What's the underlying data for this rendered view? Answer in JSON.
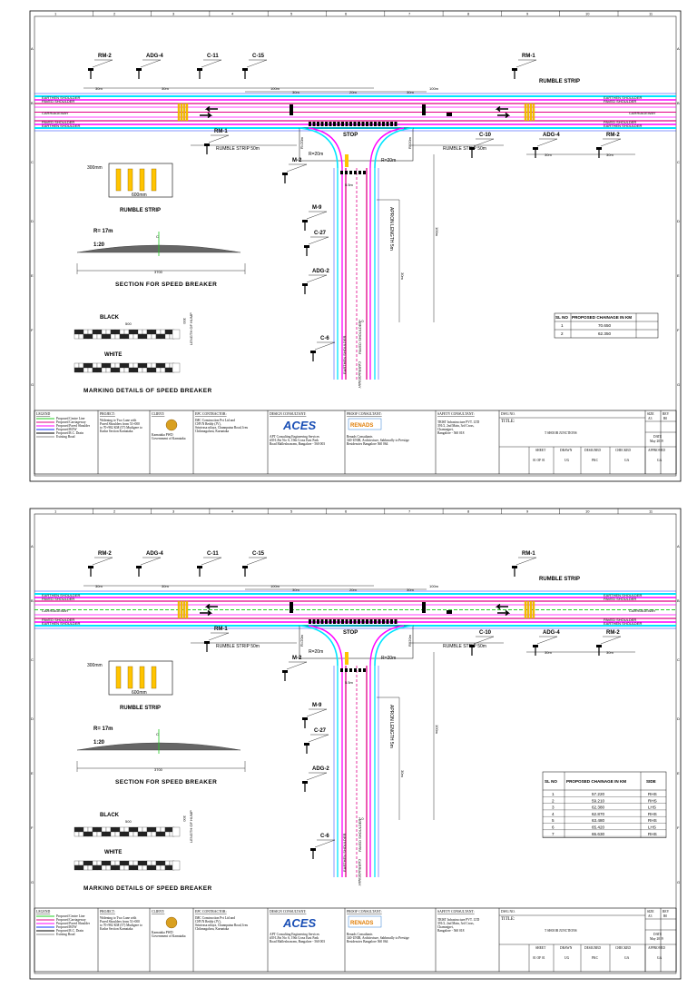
{
  "sheets": [
    {
      "title_block": {
        "legend_title": "LEGEND",
        "legend_items": [
          "Proposed Centre Line",
          "Proposed Carriageway",
          "Proposed Paved Shoulder",
          "Proposed ROW",
          "Proposed R.C. Drain",
          "Existing Road"
        ],
        "project_head": "PROJECT:",
        "project_text": [
          "Widening to Two Lane with",
          "Paved Shoulders from 51+000",
          "to 70+982 KM (57) Mudigere to",
          "Kadur Section Karnataka"
        ],
        "client_head": "CLIENT:",
        "client_text": [
          "Karnataka PWD",
          "Government of Karnataka"
        ],
        "epc_head": "EPC CONTRACTOR:",
        "epc_text": [
          "IMC Construction Pvt Ltd and",
          "CHVN Reddy (JV),",
          "Srinivasa nilaya, Channpatna Road, Ireu",
          "Chikmagaluru, Karnataka"
        ],
        "design_head": "DESIGN CONSULTANT:",
        "design_logo": "ACES",
        "design_text": [
          "APT Consulting Engineering Services",
          "#39 LPat No: 6, 19th Cross East Park",
          "Road Malleshwaram, Bangalore - 560 003"
        ],
        "proof_head": "PROOF CONSULTANT:",
        "proof_logo": "RENADS",
        "proof_text": [
          "Renads Consultants",
          "340-UNIR, Architecture, Sabbavally to Prestige",
          "Residencies Bangalore 560 064"
        ],
        "safety_head": "SAFETY CONSULTANT:",
        "safety_text": [
          "TRIST Infrastructure PVT. LTD",
          "391/2, 2nd Main, 3rd Cross,",
          "Chamrajpet,",
          "Bangalore - 560 018"
        ],
        "dwg_no_head": "DWG NO.",
        "title_head": "TITLE:",
        "title_text": "T SHOOR JUNCTIONS",
        "size_head": "SIZE",
        "size_val": "A3",
        "rev_head": "REV",
        "rev_val": "R0",
        "date_head": "DATE",
        "date_val": "May 2019",
        "sheet_head": "SHEET",
        "sheet_val": "01 OF 01",
        "drawn_head": "DRAWN",
        "drawn_val": "UG",
        "designed_head": "DESIGNED",
        "designed_val": "PKC",
        "checked_head": "CHECKED",
        "checked_val": "GA",
        "approved_head": "APPROVED",
        "approved_val": "GA"
      }
    }
  ],
  "drawing_labels": {
    "rm2": "RM-2",
    "adg4": "ADG-4",
    "c11": "C-11",
    "c15": "C-15",
    "rm1": "RM-1",
    "rumble_strip": "RUMBLE STRIP",
    "rumble_strip_50m": "RUMBLE STRIP 50m",
    "earthen_shoulder": "EARTHEN SHOULDER",
    "paved_shoulder": "PAVED SHOULDER",
    "carriageway": "CARRIAGEWAY",
    "m2": "M-2",
    "m9": "M-9",
    "c27": "C-27",
    "adg2": "ADG-2",
    "c6": "C-6",
    "c10": "C-10",
    "stop": "STOP",
    "r20": "R=20m",
    "apron_length": "APRON LENGTH 5m",
    "d30m": "30m",
    "d100m": "100m",
    "d20m": "20m",
    "d7": "7.0",
    "d55": "5.5m",
    "d300mm": "300mm",
    "d600mm": "600mm",
    "r17": "R= 17m",
    "slope": "1:20",
    "d3700": "3700",
    "section_title": "SECTION FOR SPEED BREAKER",
    "black": "BLACK",
    "white": "WHITE",
    "d500": "500",
    "d300": "300",
    "length_of_hump": "LENGTH OF HUMP",
    "marking_title": "MARKING DETAILS OF SPEED BREAKER",
    "chainage_header": [
      "SL NO",
      "PROPOSED CHAINAGE IN KM"
    ],
    "chainage_rows_1": [
      [
        "1",
        "70.650"
      ],
      [
        "2",
        "62.350"
      ]
    ],
    "chainage_header_2": [
      "SL NO",
      "PROPOSED CHAINAGE IN KM",
      "SIDE"
    ],
    "chainage_rows_2": [
      [
        "1",
        "57.220",
        "RHS"
      ],
      [
        "2",
        "59.210",
        "RHS"
      ],
      [
        "3",
        "62.380",
        "LHS"
      ],
      [
        "4",
        "62.870",
        "RHS"
      ],
      [
        "5",
        "63.480",
        "RHS"
      ],
      [
        "6",
        "65.420",
        "LHS"
      ],
      [
        "7",
        "65.630",
        "RHS"
      ]
    ],
    "grid_numbers": [
      "1",
      "2",
      "3",
      "4",
      "5",
      "6",
      "7",
      "8",
      "9",
      "10",
      "11"
    ],
    "grid_letters": [
      "A",
      "B",
      "C",
      "D",
      "E",
      "F",
      "G"
    ]
  },
  "colors": {
    "earthen": "#00e5ff",
    "paved": "#ff00ff",
    "carriage": "#e10088",
    "centre": "#22cc22",
    "row": "#1030ff",
    "yellow": "#ffc400"
  }
}
